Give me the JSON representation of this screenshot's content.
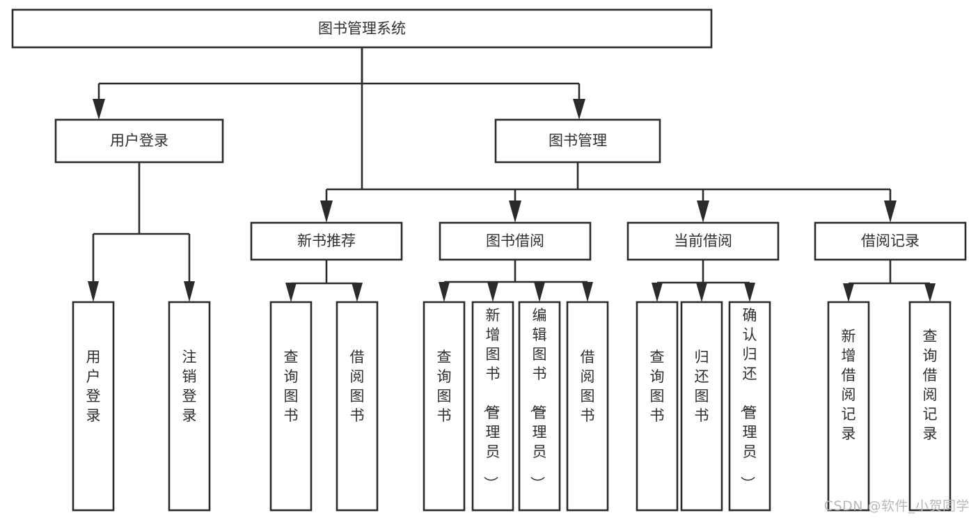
{
  "diagram": {
    "type": "tree",
    "title": "图书管理系统",
    "watermark": "CSDN @软件_小贺同学",
    "colors": {
      "background": "#ffffff",
      "stroke": "#2b2b2b",
      "node_fill": "#ffffff",
      "text": "#2f2f2f",
      "watermark": "#b8b8b8"
    },
    "root": {
      "label": "图书管理系统",
      "orientation": "horizontal"
    },
    "level2": [
      {
        "id": "user-login",
        "label": "用户登录",
        "orientation": "horizontal"
      },
      {
        "id": "book-manage",
        "label": "图书管理",
        "orientation": "horizontal"
      }
    ],
    "level3": [
      {
        "id": "new-book-recommend",
        "label": "新书推荐",
        "parent": "book-manage",
        "orientation": "horizontal"
      },
      {
        "id": "book-borrow",
        "label": "图书借阅",
        "parent": "book-manage",
        "orientation": "horizontal"
      },
      {
        "id": "current-borrow",
        "label": "当前借阅",
        "parent": "book-manage",
        "orientation": "horizontal"
      },
      {
        "id": "borrow-record",
        "label": "借阅记录",
        "parent": "book-manage",
        "orientation": "horizontal"
      }
    ],
    "leaves": [
      {
        "id": "leaf-user-login",
        "label": "用户登录",
        "parent": "user-login",
        "orientation": "vertical"
      },
      {
        "id": "leaf-logout",
        "label": "注销登录",
        "parent": "user-login",
        "orientation": "vertical"
      },
      {
        "id": "leaf-query-book-1",
        "label": "查询图书",
        "parent": "new-book-recommend",
        "orientation": "vertical"
      },
      {
        "id": "leaf-borrow-book-1",
        "label": "借阅图书",
        "parent": "new-book-recommend",
        "orientation": "vertical"
      },
      {
        "id": "leaf-query-book-2",
        "label": "查询图书",
        "parent": "book-borrow",
        "orientation": "vertical"
      },
      {
        "id": "leaf-add-book",
        "label": "新增图书（管理员）",
        "parent": "book-borrow",
        "orientation": "vertical"
      },
      {
        "id": "leaf-edit-book",
        "label": "编辑图书（管理员）",
        "parent": "book-borrow",
        "orientation": "vertical"
      },
      {
        "id": "leaf-borrow-book-2",
        "label": "借阅图书",
        "parent": "book-borrow",
        "orientation": "vertical"
      },
      {
        "id": "leaf-query-book-3",
        "label": "查询图书",
        "parent": "current-borrow",
        "orientation": "vertical"
      },
      {
        "id": "leaf-return-book",
        "label": "归还图书",
        "parent": "current-borrow",
        "orientation": "vertical"
      },
      {
        "id": "leaf-confirm-return",
        "label": "确认归还（管理员）",
        "parent": "current-borrow",
        "orientation": "vertical"
      },
      {
        "id": "leaf-add-record",
        "label": "新增借阅记录",
        "parent": "borrow-record",
        "orientation": "vertical"
      },
      {
        "id": "leaf-query-record",
        "label": "查询借阅记录",
        "parent": "borrow-record",
        "orientation": "vertical"
      }
    ]
  }
}
